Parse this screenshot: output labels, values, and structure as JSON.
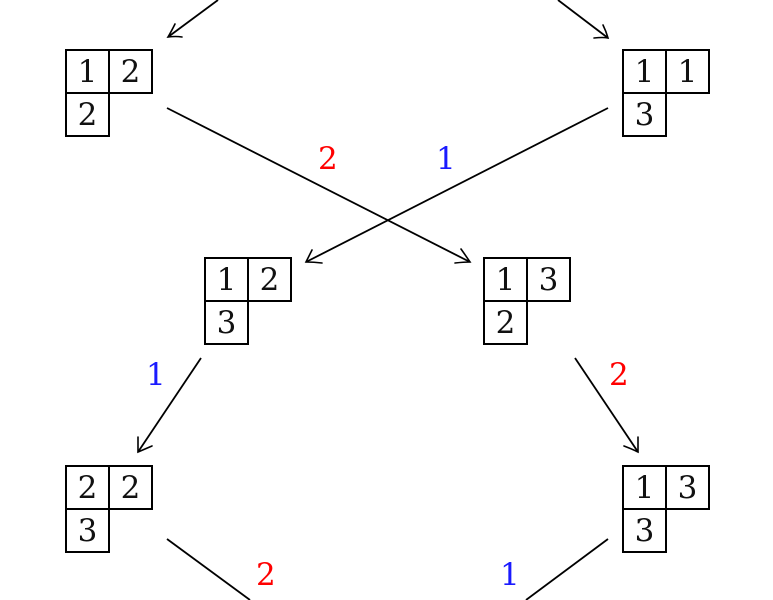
{
  "colors": {
    "label_1": "#1a1aff",
    "label_2": "#ff0000",
    "line": "#000000"
  },
  "tableaux": [
    {
      "id": "t_12_2",
      "row1": [
        "1",
        "2"
      ],
      "row2": [
        "2"
      ]
    },
    {
      "id": "t_11_3",
      "row1": [
        "1",
        "1"
      ],
      "row2": [
        "3"
      ]
    },
    {
      "id": "t_12_3",
      "row1": [
        "1",
        "2"
      ],
      "row2": [
        "3"
      ]
    },
    {
      "id": "t_13_2",
      "row1": [
        "1",
        "3"
      ],
      "row2": [
        "2"
      ]
    },
    {
      "id": "t_22_3",
      "row1": [
        "2",
        "2"
      ],
      "row2": [
        "3"
      ]
    },
    {
      "id": "t_13_3",
      "row1": [
        "1",
        "3"
      ],
      "row2": [
        "3"
      ]
    }
  ],
  "edges": [
    {
      "id": "e_in_left",
      "from": "above",
      "to": "t_12_2",
      "label": ""
    },
    {
      "id": "e_in_right",
      "from": "above",
      "to": "t_11_3",
      "label": ""
    },
    {
      "id": "e_12_2_to_13_2",
      "from": "t_12_2",
      "to": "t_13_2",
      "label": "2"
    },
    {
      "id": "e_11_3_to_12_3",
      "from": "t_11_3",
      "to": "t_12_3",
      "label": "1"
    },
    {
      "id": "e_12_3_to_22_3",
      "from": "t_12_3",
      "to": "t_22_3",
      "label": "1"
    },
    {
      "id": "e_13_2_to_13_3",
      "from": "t_13_2",
      "to": "t_13_3",
      "label": "2"
    },
    {
      "id": "e_22_3_out",
      "from": "t_22_3",
      "to": "below",
      "label": "2"
    },
    {
      "id": "e_13_3_out",
      "from": "t_13_3",
      "to": "below",
      "label": "1"
    }
  ]
}
